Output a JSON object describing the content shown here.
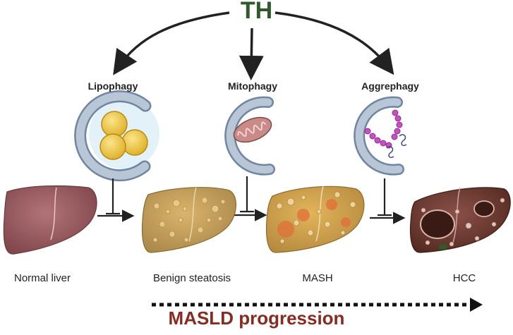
{
  "title": "TH",
  "processes": [
    "Lipophagy",
    "Mitophagy",
    "Aggrephagy"
  ],
  "stages": [
    "Normal liver",
    "Benign steatosis",
    "MASH",
    "HCC"
  ],
  "progression_label": "MASLD progression",
  "colors": {
    "title": "#2f5a2b",
    "progression": "#8a2b22",
    "phagophore": "#b9c6d6",
    "phagophore_edge": "#6f86a3",
    "lipid": "#f0c93a",
    "normal_liver": "#9a5a5e",
    "steatosis_liver": "#c4a15c",
    "mash_liver": "#c9a24f",
    "hcc_liver": "#6b3a34"
  }
}
